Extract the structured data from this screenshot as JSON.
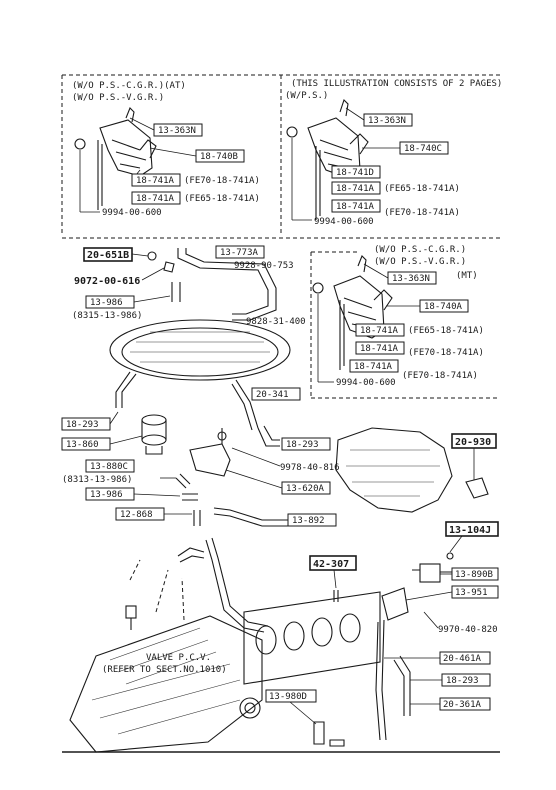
{
  "header": {
    "left_line1": "(W/O P.S.-C.G.R.)(AT)",
    "left_line2": "(W/O P.S.-V.G.R.)",
    "right_line1": "(THIS ILLUSTRATION CONSISTS OF  2 PAGES)",
    "right_line2": "(W/P.S.)"
  },
  "panel_at": {
    "parts": [
      "13-363N",
      "18-740B",
      "18-741A",
      "18-741A"
    ],
    "notes": [
      "(FE70-18-741A)",
      "(FE65-18-741A)"
    ],
    "bolt": "9994-00-600"
  },
  "panel_ps": {
    "parts": [
      "13-363N",
      "18-740C",
      "18-741D",
      "18-741A",
      "18-741A"
    ],
    "notes": [
      "(FE65-18-741A)",
      "(FE70-18-741A)"
    ],
    "bolt": "9994-00-600"
  },
  "panel_mt": {
    "header1": "(W/O P.S.-C.G.R.)",
    "header2": "(W/O P.S.-V.G.R.)",
    "header3": "(MT)",
    "parts": [
      "13-363N",
      "18-740A",
      "18-741A",
      "18-741A",
      "18-741A"
    ],
    "notes": [
      "(FE65-18-741A)",
      "(FE70-18-741A)",
      "(FE70-18-741A)"
    ],
    "bolt": "9994-00-600"
  },
  "main": {
    "labels": {
      "p20_651B": "20-651B",
      "p9072": "9072-00-616",
      "p13_986_top": "13-986",
      "p8315": "(8315-13-986)",
      "p13_773A": "13-773A",
      "p9928": "9928-90-753",
      "p9828": "9828-31-400",
      "p20_341": "20-341",
      "p18_293_left": "18-293",
      "p13_860": "13-860",
      "p13_880C": "13-880C",
      "p8313": "(8313-13-986)",
      "p13_986_mid": "13-986",
      "p12_868": "12-868",
      "p18_293_mid": "18-293",
      "p9978": "9978-40-816",
      "p13_620A": "13-620A",
      "p13_892": "13-892",
      "p20_930": "20-930",
      "p13_104J": "13-104J",
      "p42_307": "42-307",
      "p13_890B": "13-890B",
      "p13_951": "13-951",
      "p9970": "9970-40-820",
      "p20_461A": "20-461A",
      "p18_293_right": "18-293",
      "p20_361A": "20-361A",
      "p13_980D": "13-980D",
      "valve1": "VALVE P.C.V.",
      "valve2": "(REFER TO SECT.NO.1010)"
    }
  }
}
